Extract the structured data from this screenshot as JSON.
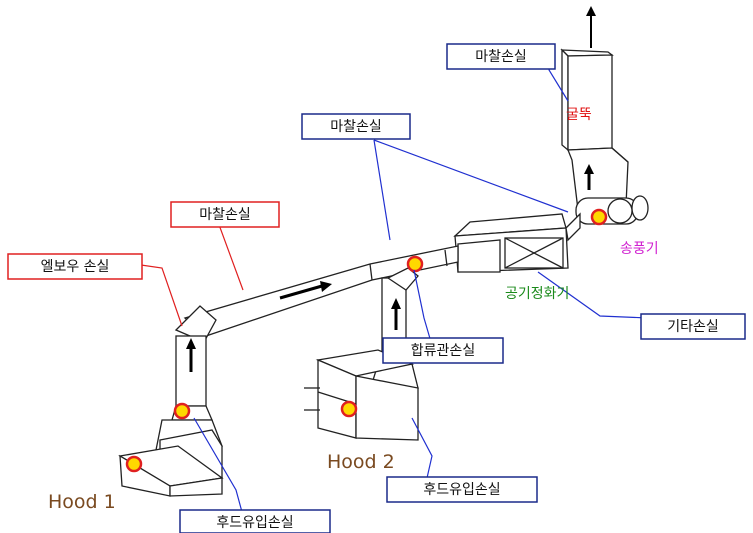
{
  "labels": {
    "stack_friction": "마찰손실",
    "main_duct_friction": "마찰손실",
    "branch_friction": "마찰손실",
    "elbow_loss": "엘보우 손실",
    "junction_loss": "합류관손실",
    "other_loss": "기타손실",
    "hood1_entry": "후드유입손실",
    "hood2_entry": "후드유입손실",
    "chimney": "굴뚝",
    "fan": "송풍기",
    "air_cleaner": "공기정화기",
    "hood1": "Hood 1",
    "hood2": "Hood 2"
  },
  "colors": {
    "red_leader": "#e02020",
    "blue_leader": "#2030d0",
    "navy_box": "#1a2a8a",
    "chimney_text": "#e01010",
    "fan_text": "#d020d0",
    "cleaner_text": "#1a8a1a",
    "hood_text": "#7a4a20",
    "marker_fill": "#ffd800",
    "marker_stroke": "#e02020"
  },
  "icons": [
    "flow-arrow-icon",
    "measurement-point-icon"
  ]
}
